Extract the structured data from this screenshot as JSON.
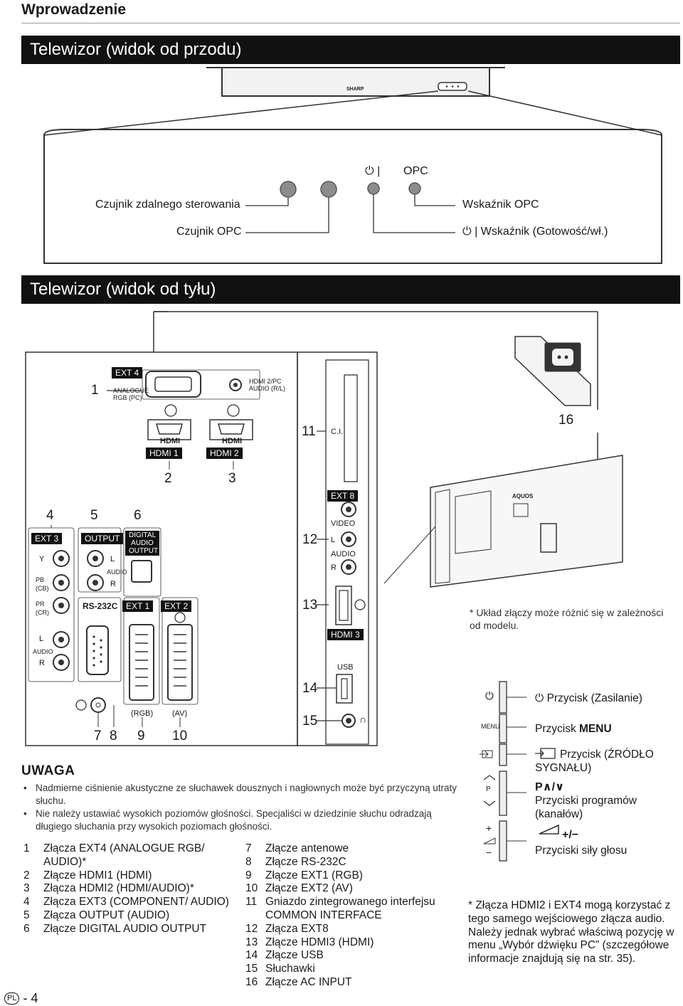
{
  "header": {
    "title": "Wprowadzenie"
  },
  "front": {
    "bar_title": "Telewizor (widok od przodu)",
    "brand": "SHARP",
    "standby_symbol": "⏻ |",
    "opc_label": "OPC",
    "callouts": {
      "remote_sensor": "Czujnik zdalnego sterowania",
      "opc_sensor": "Czujnik OPC",
      "opc_indicator": "Wskaźnik OPC",
      "power_indicator": "Wskaźnik (Gotowość/wł.)",
      "power_symbol": "⏻ |"
    }
  },
  "rear": {
    "bar_title": "Telewizor (widok od tyłu)",
    "ports": {
      "ext4": "EXT 4",
      "analogue_rgb": "ANALOGUE RGB (PC)",
      "hdmi2_pc_audio": "HDMI 2/PC AUDIO (R/L)",
      "hdmi_logo": "HDMI",
      "hdmi1": "HDMI 1",
      "hdmi2": "HDMI 2",
      "ci": "C.I.",
      "ext8": "EXT 8",
      "video": "VIDEO",
      "l": "L",
      "audio": "AUDIO",
      "r": "R",
      "hdmi3": "HDMI 3",
      "usb": "USB",
      "ext3": "EXT 3",
      "output": "OUTPUT",
      "digital_audio_output": "DIGITAL AUDIO OUTPUT",
      "y": "Y",
      "pb": "PB (CB)",
      "pr": "PR (CR)",
      "rs232c": "RS-232C",
      "ext1": "EXT 1",
      "ext2": "EXT 2",
      "rgb": "(RGB)",
      "av": "(AV)",
      "aquos": "AQUOS"
    },
    "numbers": [
      "1",
      "2",
      "3",
      "4",
      "5",
      "6",
      "7",
      "8",
      "9",
      "10",
      "11",
      "12",
      "13",
      "14",
      "15",
      "16"
    ],
    "model_note": "* Układ złączy może różnić się w zależności od modelu."
  },
  "controls": {
    "power": "Przycisk (Zasilanie)",
    "menu_key": "MENU",
    "menu_prefix": "Przycisk",
    "menu": "MENU",
    "source": "Przycisk (ŹRÓDŁO SYGNAŁU)",
    "programs_symbol": "P∧/∨",
    "programs": "Przyciski programów (kanałów)",
    "volume_symbol": "+/−",
    "volume": "Przyciski siły głosu",
    "p_label": "P"
  },
  "notice": {
    "title": "UWAGA",
    "items": [
      "Nadmierne ciśnienie akustyczne ze słuchawek dousznych i nagłownych może być przyczyną utraty słuchu.",
      "Nie należy ustawiać wysokich poziomów głośności. Specjaliści w dziedzinie słuchu odradzają długiego słuchania przy wysokich poziomach głośności."
    ]
  },
  "legend_left": [
    {
      "n": "1",
      "t": "Złącza EXT4 (ANALOGUE RGB/ AUDIO)*"
    },
    {
      "n": "2",
      "t": "Złącze HDMI1 (HDMI)"
    },
    {
      "n": "3",
      "t": "Złącza HDMI2 (HDMI/AUDIO)*"
    },
    {
      "n": "4",
      "t": "Złącza EXT3 (COMPONENT/ AUDIO)"
    },
    {
      "n": "5",
      "t": "Złącza OUTPUT (AUDIO)"
    },
    {
      "n": "6",
      "t": "Złącze DIGITAL AUDIO OUTPUT"
    }
  ],
  "legend_right": [
    {
      "n": "7",
      "t": "Złącze antenowe"
    },
    {
      "n": "8",
      "t": "Złącze RS-232C"
    },
    {
      "n": "9",
      "t": "Złącze EXT1 (RGB)"
    },
    {
      "n": "10",
      "t": "Złącze EXT2 (AV)"
    },
    {
      "n": "11",
      "t": "Gniazdo zintegrowanego interfejsu COMMON INTERFACE"
    },
    {
      "n": "12",
      "t": "Złącza EXT8"
    },
    {
      "n": "13",
      "t": "Złącze HDMI3 (HDMI)"
    },
    {
      "n": "14",
      "t": "Złącze USB"
    },
    {
      "n": "15",
      "t": "Słuchawki"
    },
    {
      "n": "16",
      "t": "Złącze AC INPUT"
    }
  ],
  "footnote": "* Złącza HDMI2 i EXT4 mogą korzystać z tego samego wejściowego złącza audio. Należy jednak wybrać właściwą pozycję w menu „Wybór dźwięku PC” (szczegółowe informacje znajdują się na str. 35).",
  "footer": {
    "lang": "PL",
    "page": "- 4"
  }
}
